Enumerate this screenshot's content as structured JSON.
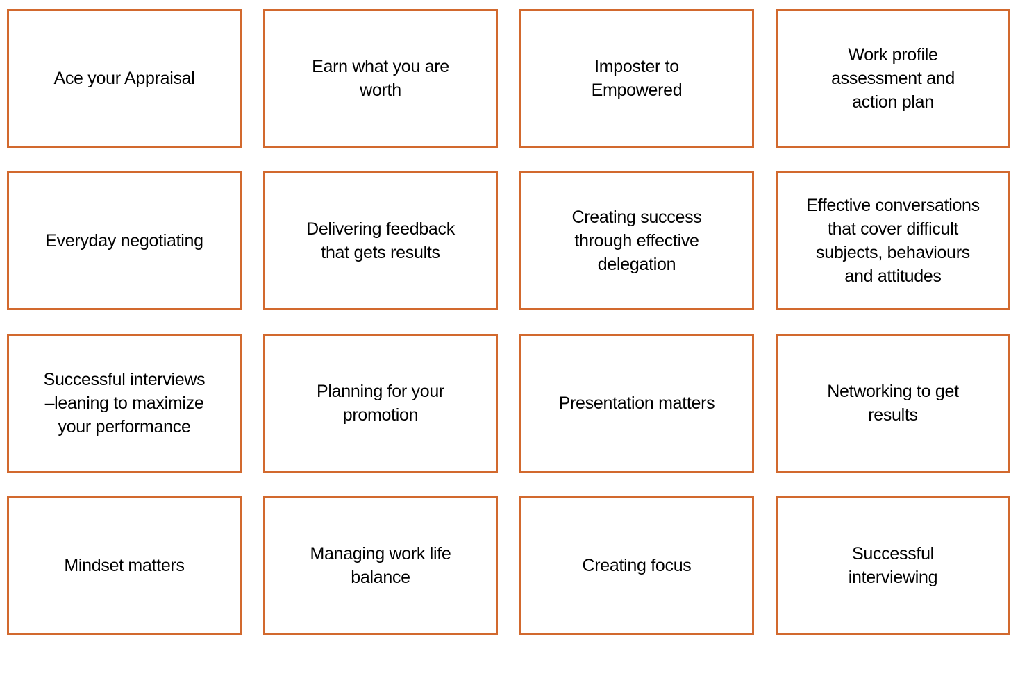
{
  "page": {
    "background_color": "#ffffff",
    "text_color": "#000000",
    "card_border_color": "#d2692e"
  },
  "cards": [
    {
      "title": "Ace your Appraisal"
    },
    {
      "title": "Earn what you are\nworth"
    },
    {
      "title": "Imposter to\nEmpowered"
    },
    {
      "title": "Work profile\nassessment and\naction plan"
    },
    {
      "title": "Everyday negotiating"
    },
    {
      "title": "Delivering feedback\nthat gets results"
    },
    {
      "title": "Creating success\nthrough effective\ndelegation"
    },
    {
      "title": "Effective conversations\nthat cover difficult\nsubjects, behaviours\nand attitudes"
    },
    {
      "title": "Successful interviews\n–leaning to maximize\nyour performance"
    },
    {
      "title": "Planning for your\npromotion"
    },
    {
      "title": "Presentation matters"
    },
    {
      "title": "Networking to get\nresults"
    },
    {
      "title": "Mindset matters"
    },
    {
      "title": "Managing work life\nbalance"
    },
    {
      "title": "Creating focus"
    },
    {
      "title": "Successful\ninterviewing"
    }
  ]
}
